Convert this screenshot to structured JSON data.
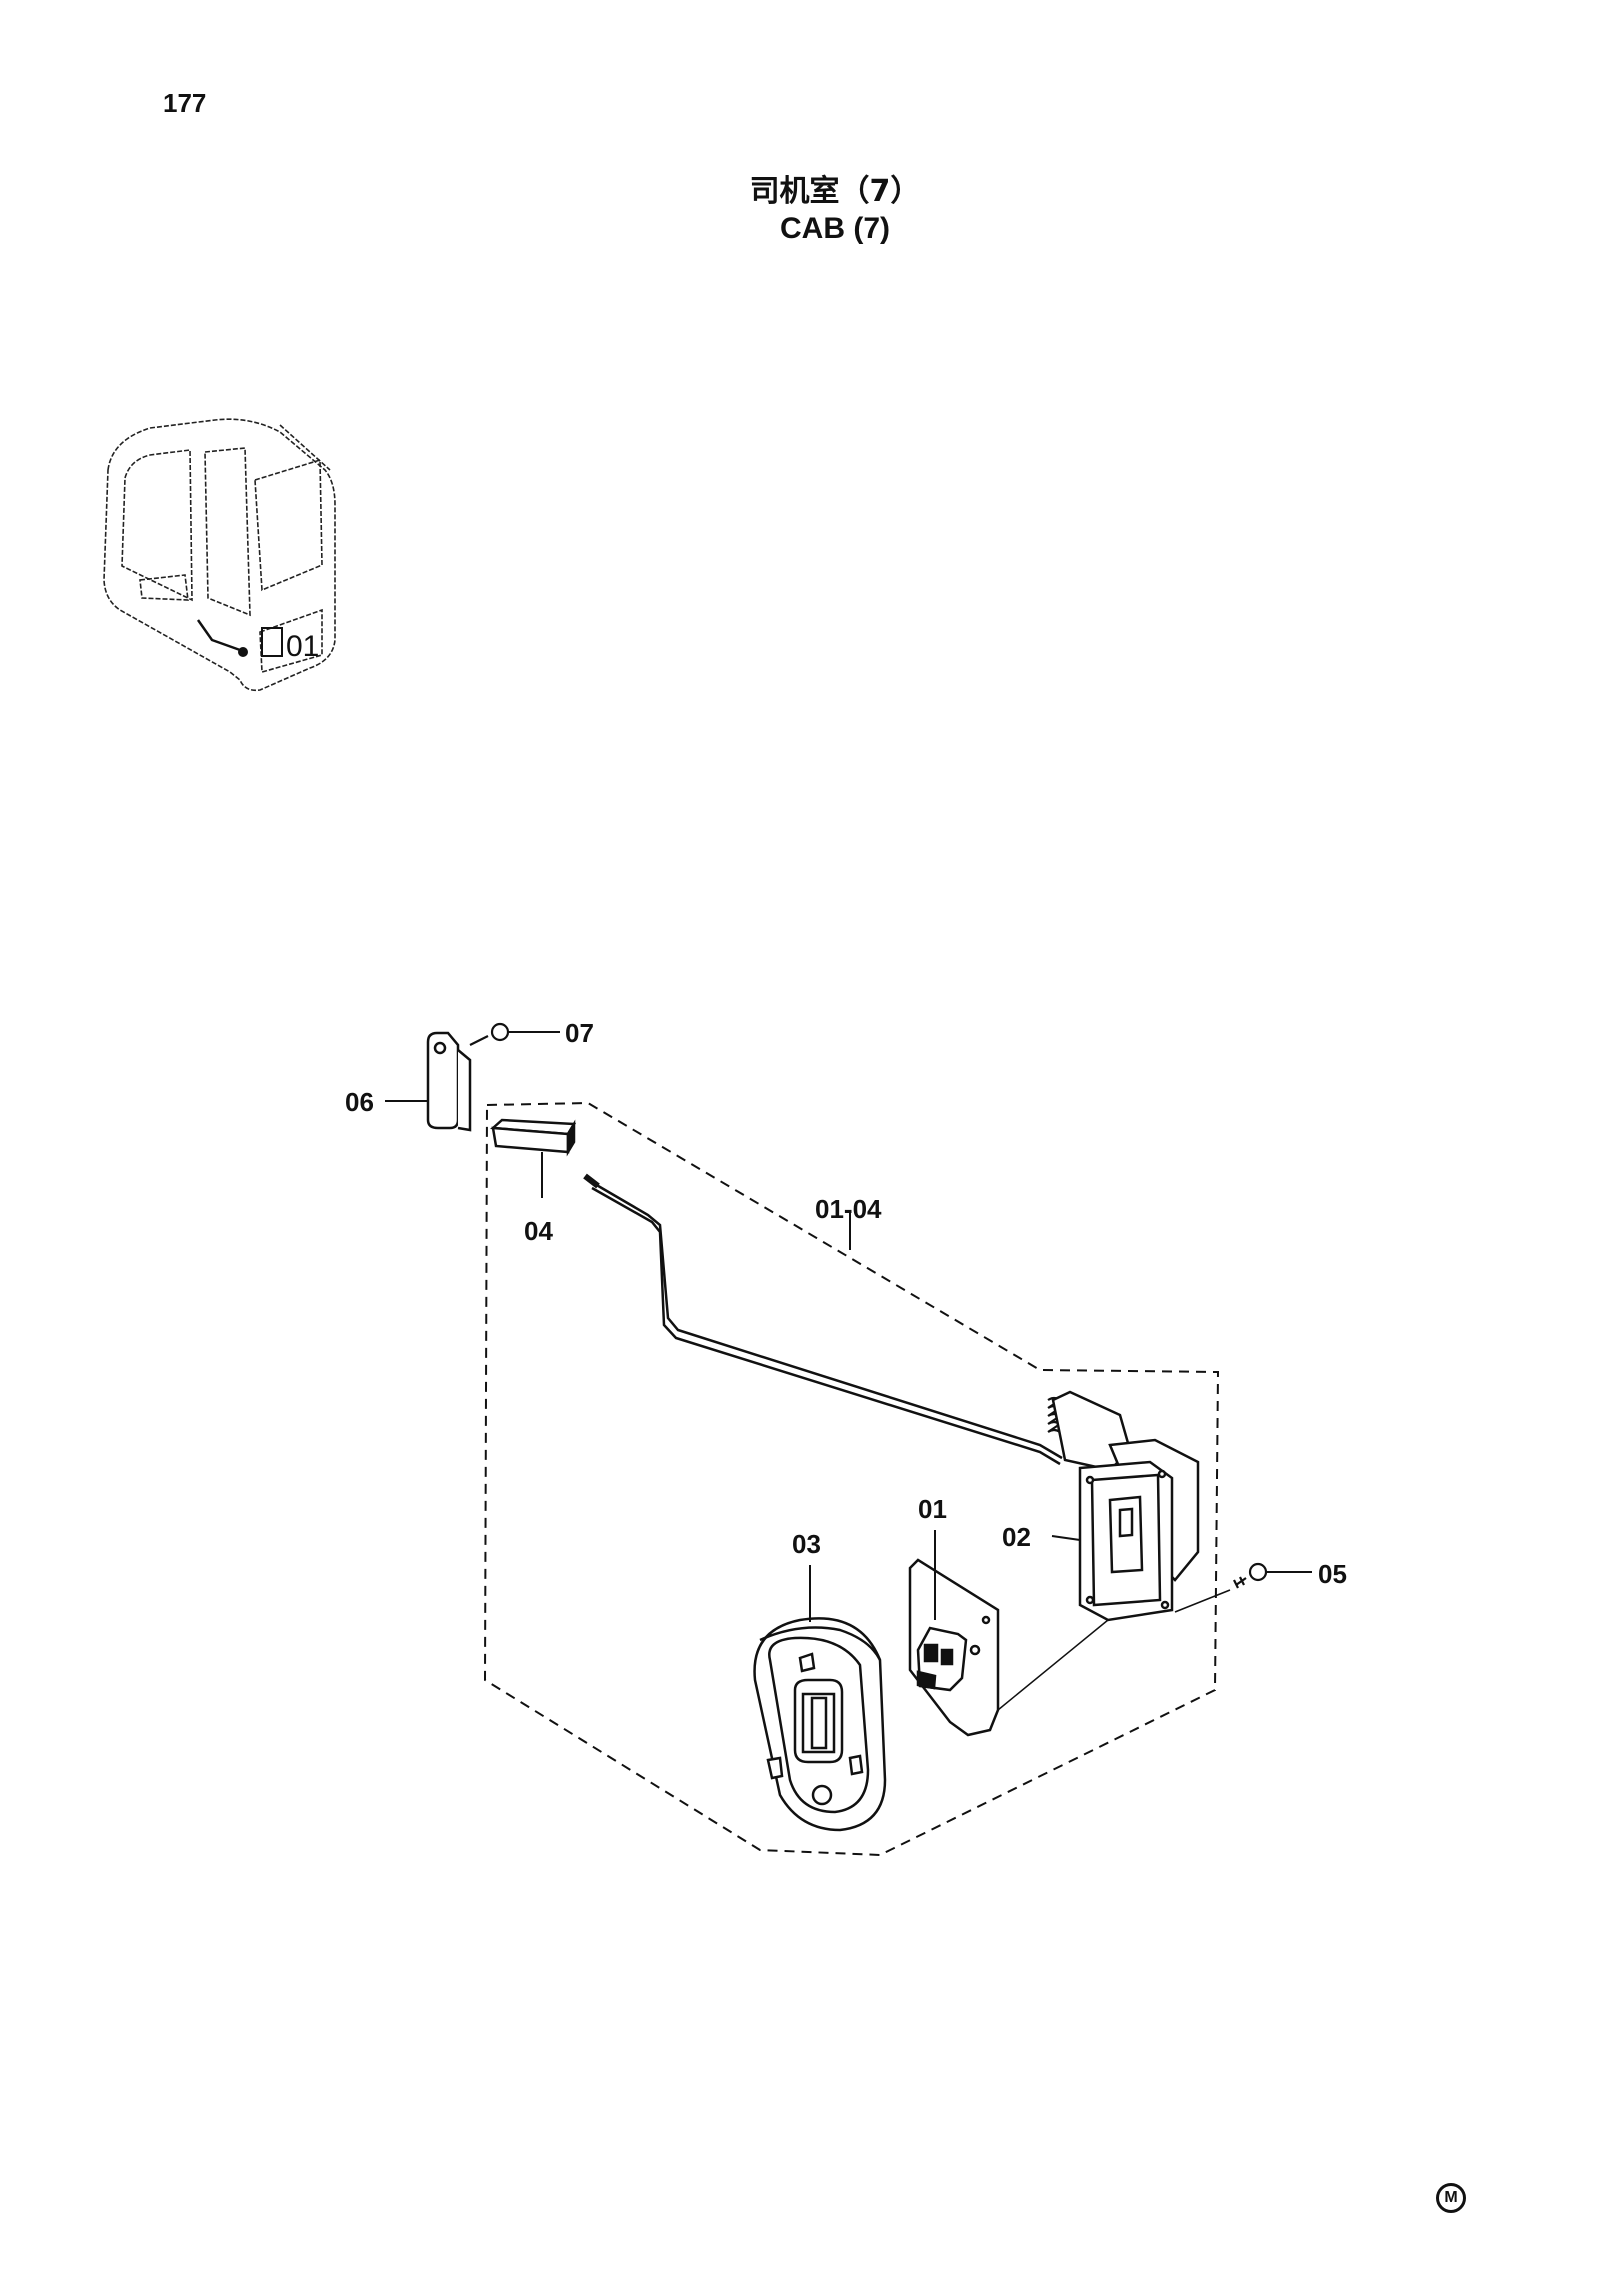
{
  "page": {
    "number": "177"
  },
  "title": {
    "chinese": "司机室（7）",
    "english": "CAB (7)"
  },
  "parts": [
    {
      "id": "p07",
      "label": "07"
    },
    {
      "id": "p06",
      "label": "06"
    },
    {
      "id": "p04",
      "label": "04"
    },
    {
      "id": "p0104",
      "label": "01-04"
    },
    {
      "id": "p01",
      "label": "01"
    },
    {
      "id": "p02",
      "label": "02"
    },
    {
      "id": "p03",
      "label": "03"
    },
    {
      "id": "p05",
      "label": "05"
    }
  ],
  "overview": {
    "callout": "01"
  },
  "footer": {
    "mark": "M"
  }
}
